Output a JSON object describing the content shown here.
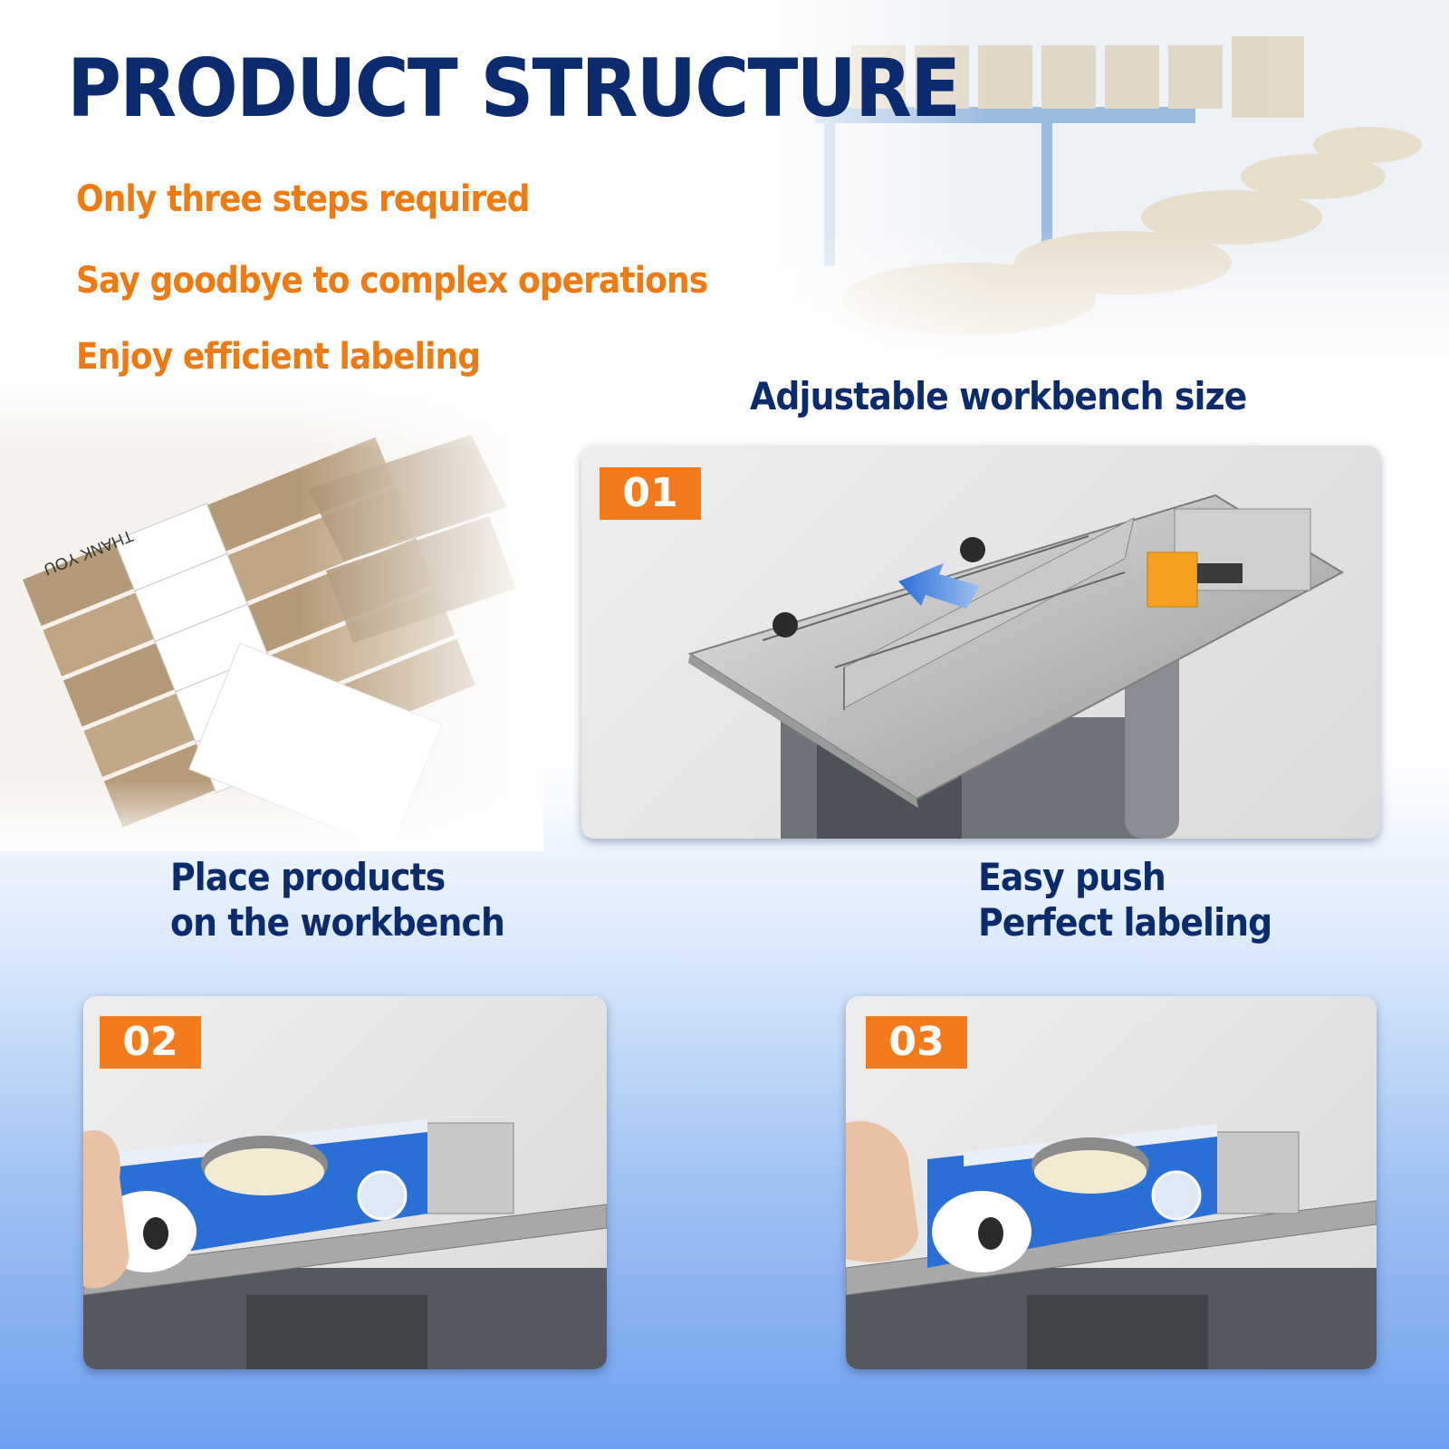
{
  "header": {
    "title": "PRODUCT STRUCTURE",
    "taglines": [
      "Only three steps required",
      "Say goodbye to complex operations",
      "Enjoy efficient labeling"
    ]
  },
  "steps": [
    {
      "number": "01",
      "caption": "Adjustable workbench size"
    },
    {
      "number": "02",
      "caption_line1": "Place products",
      "caption_line2": "on the workbench"
    },
    {
      "number": "03",
      "caption_line1": "Easy push",
      "caption_line2": "Perfect labeling"
    }
  ],
  "label_sticker": {
    "text": "THANK YOU"
  },
  "colors": {
    "title": "#0c2a6e",
    "accent": "#f47a1c",
    "tagline": "#f07a12"
  }
}
